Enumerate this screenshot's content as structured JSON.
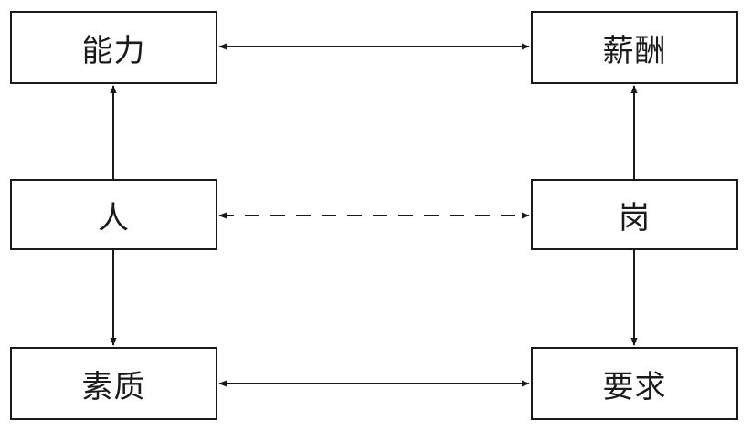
{
  "nodes": {
    "ability": "能力",
    "salary": "薪酬",
    "person": "人",
    "post": "岗",
    "quality": "素质",
    "requirement": "要求"
  },
  "colors": {
    "stroke": "#1a1a1a",
    "background": "#ffffff"
  }
}
